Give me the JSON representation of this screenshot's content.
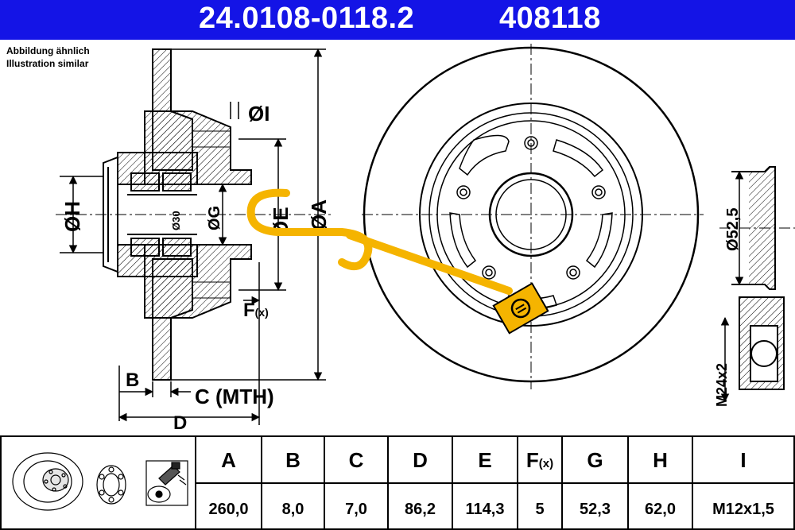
{
  "header": {
    "part_number": "24.0108-0118.2",
    "ref_number": "408118",
    "background": "#1414e6"
  },
  "note": {
    "line1": "Abbildung ähnlich",
    "line2": "Illustration similar"
  },
  "dimensions": {
    "phi_i": "ØI",
    "phi_h": "ØH",
    "phi_30": "Ø30",
    "phi_g": "ØG",
    "phi_e": "ØE",
    "phi_a": "ØA",
    "f": "F",
    "f_sub": "(x)",
    "b": "B",
    "c": "C (MTH)",
    "d": "D",
    "nut_dia": "Ø52,5",
    "nut_thread": "M24x2"
  },
  "table": {
    "headers": [
      "A",
      "B",
      "C",
      "D",
      "E",
      "F",
      "G",
      "H",
      "I"
    ],
    "f_sub": "(x)",
    "values": [
      "260,0",
      "8,0",
      "7,0",
      "86,2",
      "114,3",
      "5",
      "52,3",
      "62,0",
      "M12x1,5"
    ]
  },
  "colors": {
    "accent": "#f5b400",
    "line": "#000000"
  },
  "icons": [
    "disc-thumbnail-icon",
    "bearing-thumbnail-icon",
    "spray-can-icon",
    "ate-logo-icon"
  ]
}
